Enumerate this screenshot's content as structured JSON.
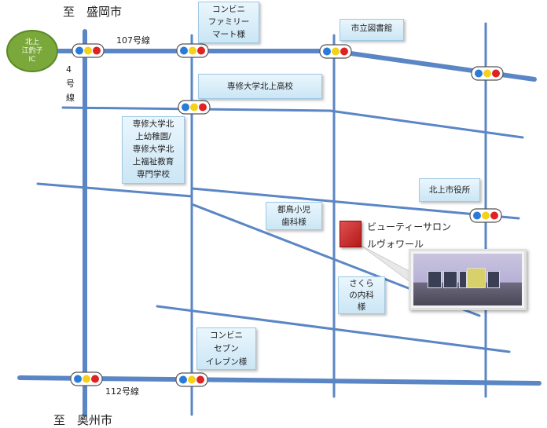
{
  "roads": {
    "route107_label": "107号線",
    "route112_label": "112号線",
    "route4_label": "4\n号\n線"
  },
  "directions": {
    "north": "至　盛岡市",
    "south": "至　奥州市"
  },
  "interchange": {
    "lines": [
      "北上",
      "江釣子",
      "IC"
    ]
  },
  "landmarks": {
    "conv_family": "コンビニ\nファミリー\nマート様",
    "library": "市立図書館",
    "senshu_high": "専修大学北上高校",
    "kindergarten": "専修大学北\n上幼稚園/\n専修大学北\n上福祉教育\n専門学校",
    "city_hall": "北上市役所",
    "dental": "都鳥小児\n歯科様",
    "sakura_clinic": "さくら\nの内科\n様",
    "conv_seven": "コンビニ\nセブン\nイレブン様"
  },
  "destination": {
    "name": "ビューティーサロン\nルヴォワール"
  },
  "colors": {
    "road": "#5b86c5",
    "signal_blue": "#2a7bd8",
    "signal_yellow": "#f5d21a",
    "signal_red": "#e02222"
  }
}
